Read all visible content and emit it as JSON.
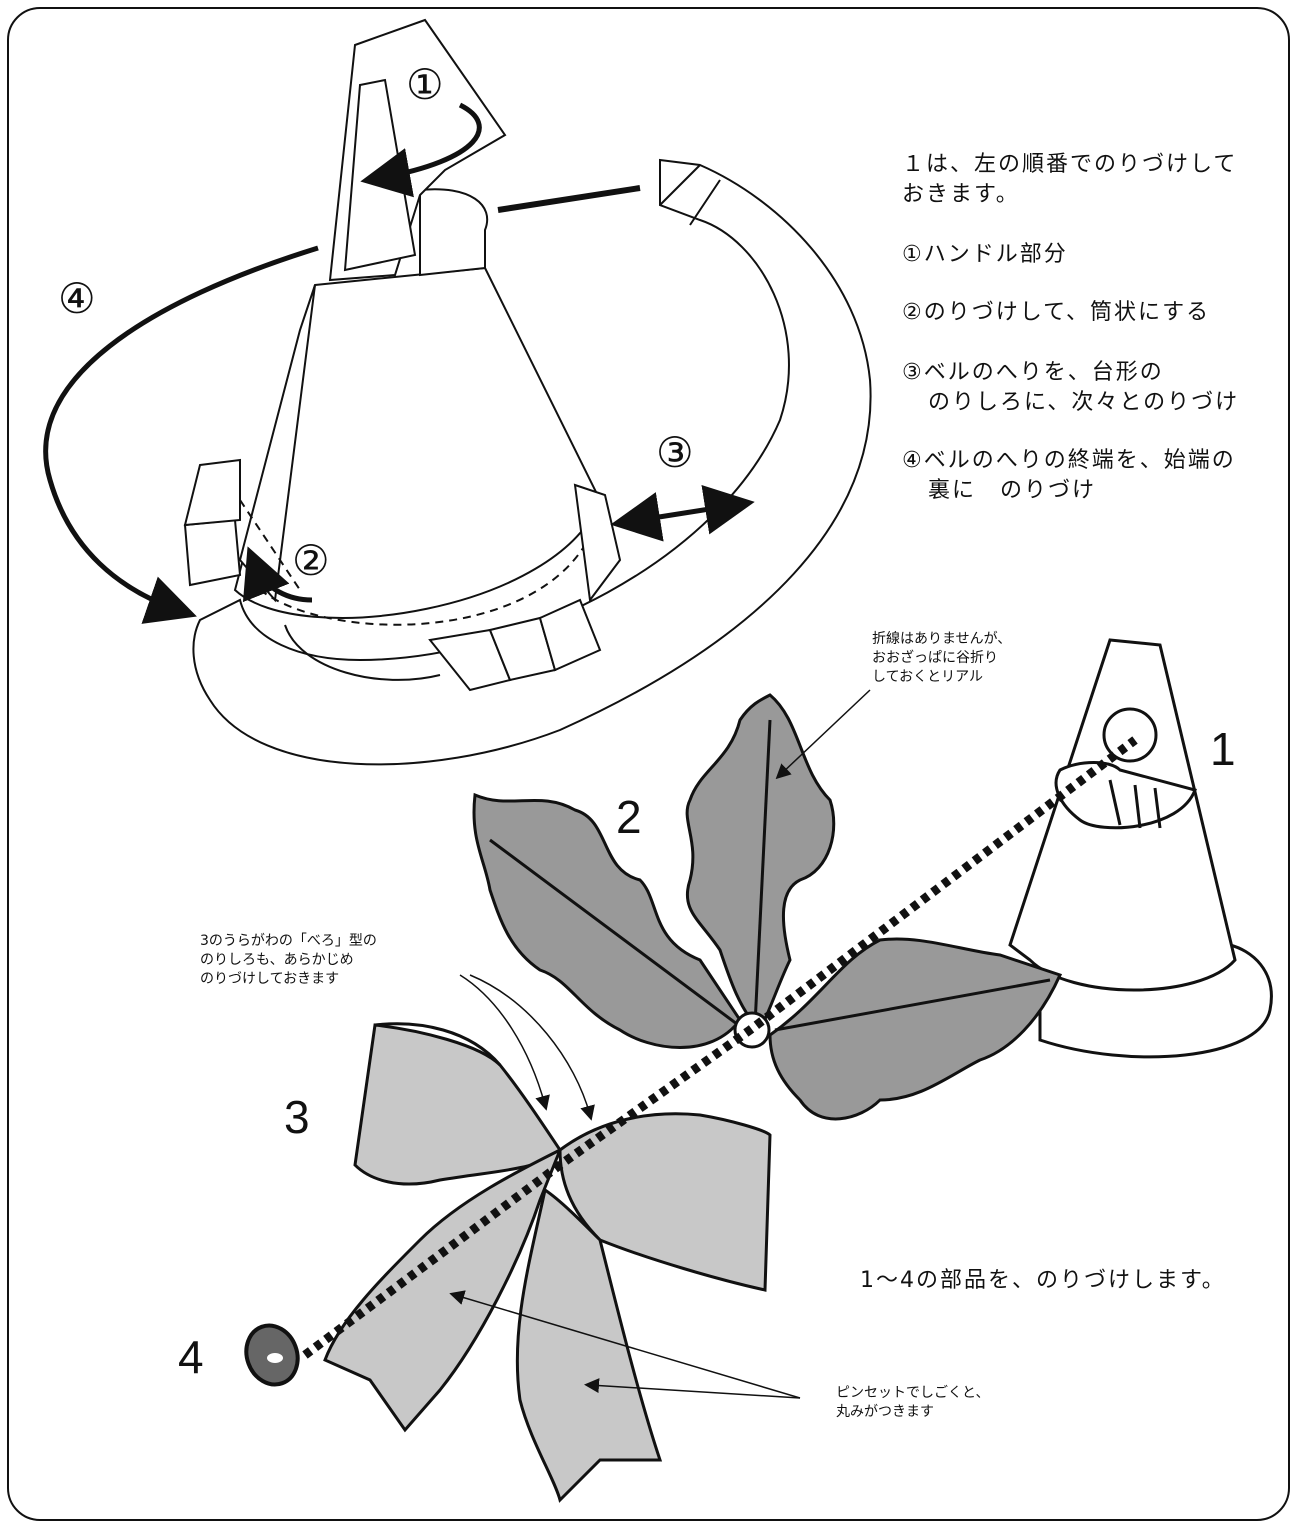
{
  "instructions": {
    "intro": [
      "１は、左の順番でのりづけして",
      "おきます。"
    ],
    "step1": "①ハンドル部分",
    "step2": "②のりづけして、筒状にする",
    "step3": [
      "③ベルのへりを、台形の",
      "のりしろに、次々とのりづけ"
    ],
    "step4": [
      "④ベルのへりの終端を、始端の",
      "裏に　のりづけ"
    ]
  },
  "diagram_markers": {
    "m1": "①",
    "m2": "②",
    "m3": "③",
    "m4": "④"
  },
  "part_numbers": {
    "p1": "1",
    "p2": "2",
    "p3": "3",
    "p4": "4"
  },
  "notes": {
    "fold": [
      "折線はありませんが、",
      "おおざっぱに谷折り",
      "しておくとリアル"
    ],
    "tab": [
      "3のうらがわの「べろ」型の",
      "のりしろも、あらかじめ",
      "のりづけしておきます"
    ],
    "tweezers": [
      "ピンセットでしごくと、",
      "丸みがつきます"
    ]
  },
  "assembly_note": "1～4の部品を、のりづけします。",
  "colors": {
    "line": "#111111",
    "holly": "#999999",
    "ribbon": "#c8c8c8",
    "berry": "#666666"
  }
}
